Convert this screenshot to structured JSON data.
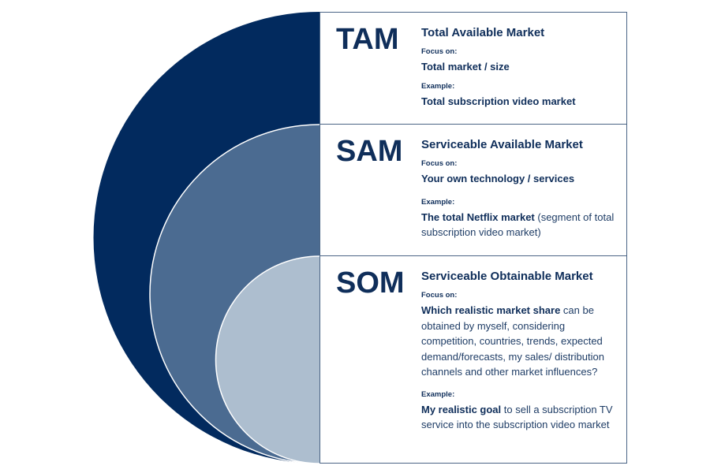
{
  "colors": {
    "tam_fill": "#022a5e",
    "sam_fill": "#4b6b91",
    "som_fill": "#adbecf",
    "text": "#0f2e5a",
    "border": "#4a6485"
  },
  "sections": {
    "tam": {
      "acronym": "TAM",
      "title": "Total Available Market",
      "focus_label": "Focus on:",
      "focus_bold": "Total market / size",
      "focus_rest": "",
      "example_label": "Example:",
      "example_bold": "Total subscription video market",
      "example_rest": ""
    },
    "sam": {
      "acronym": "SAM",
      "title": "Serviceable Available Market",
      "focus_label": "Focus on:",
      "focus_bold": "Your own technology / services",
      "focus_rest": "",
      "example_label": "Example:",
      "example_bold": "The total Netflix market",
      "example_rest": " (segment of total subscription video market)"
    },
    "som": {
      "acronym": "SOM",
      "title": "Serviceable Obtainable Market",
      "focus_label": "Focus on:",
      "focus_bold": "Which realistic market share",
      "focus_rest": " can be obtained by myself, considering competition, countries, trends, expected demand/forecasts, my sales/ distribution channels and other market influences?",
      "example_label": "Example:",
      "example_bold": "My realistic goal",
      "example_rest": " to sell a subscription TV service into the subscription video market"
    }
  }
}
